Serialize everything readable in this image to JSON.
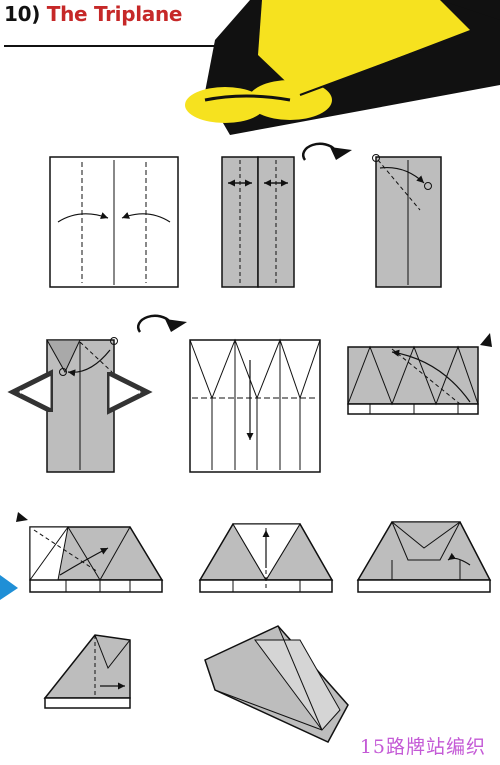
{
  "header": {
    "step_number": "10)",
    "title": "The Triplane"
  },
  "watermark": "15路牌站编织",
  "colors": {
    "title_red": "#c62828",
    "paper_gray": "#bdbdbd",
    "plane_yellow": "#f6e21f",
    "plane_black": "#111111",
    "accent_blue": "#1f8fd6"
  }
}
